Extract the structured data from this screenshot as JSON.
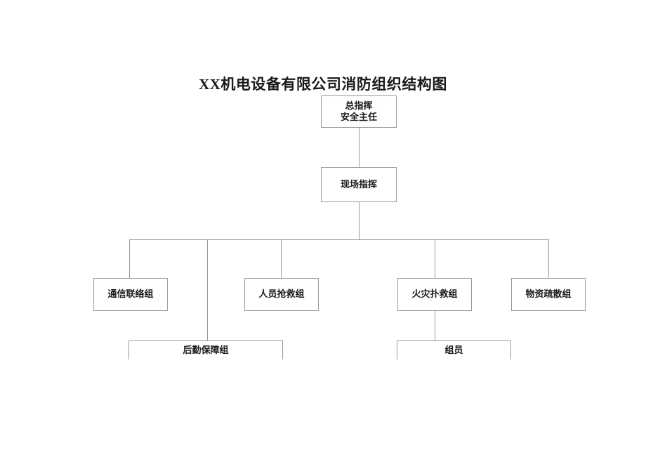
{
  "diagram": {
    "type": "org-chart",
    "title": "XX机电设备有限公司消防组织结构图",
    "colors": {
      "background": "#ffffff",
      "box_border": "#9a9a9a",
      "connector": "#9a9a9a",
      "text": "#1a1a1a"
    },
    "nodes": {
      "commander": {
        "label_line1": "总指挥",
        "label_line2": "安全主任"
      },
      "site_commander": {
        "label": "现场指挥"
      },
      "group_communication": {
        "label": "通信联络组"
      },
      "group_rescue": {
        "label": "人员抢救组"
      },
      "group_firefighting": {
        "label": "火灾扑救组"
      },
      "group_evacuation": {
        "label": "物资疏散组"
      },
      "group_logistics": {
        "label": "后勤保障组"
      },
      "group_members": {
        "label": "组员"
      }
    }
  }
}
